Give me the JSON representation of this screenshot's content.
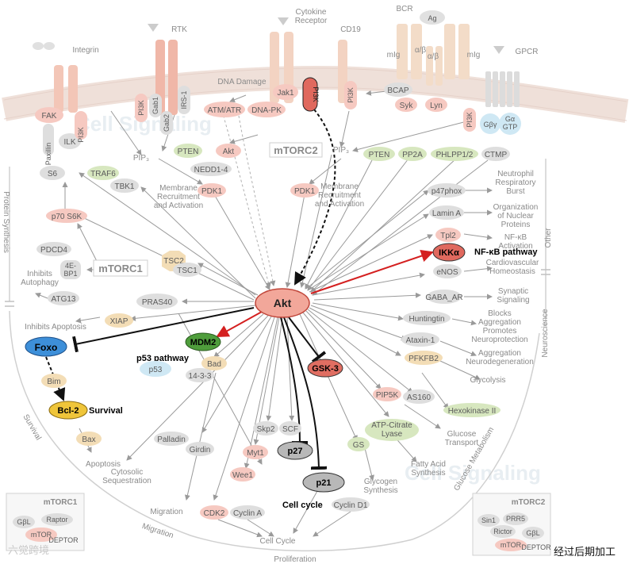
{
  "receptors": {
    "integrin": "Integrin",
    "rtk": "RTK",
    "cytokine_receptor": "Cytokine\nReceptor",
    "cd19": "CD19",
    "bcr": "BCR",
    "gpcr": "GPCR",
    "ag": "Ag",
    "mig_left": "mIg",
    "mig_right": "mIg",
    "alpha_beta_left": "α/β",
    "alpha_beta_right": "α/β"
  },
  "membrane_nodes": {
    "fak": "FAK",
    "paxillin": "Paxillin",
    "ilk": "ILK",
    "pi3k_integrin": "PI3K",
    "pi3k_rtk": "PI3K",
    "gab1": "Gab1",
    "gab2": "Gab2",
    "irs1": "IRS-1",
    "atm_atr": "ATM/ATR",
    "dna_pk": "DNA-PK",
    "dna_damage": "DNA Damage",
    "jak1": "Jak1",
    "pi3k_cytokine": "PI3K",
    "pi3k_cd19": "PI3K",
    "bcap": "BCAP",
    "syk": "Syk",
    "lyn": "Lyn",
    "pi3k_gpcr": "PI3K",
    "g_beta_gamma": "Gβγ",
    "g_alpha_gtp": "Gα\nGTP"
  },
  "upstream": {
    "pip3_left": "PIP₃",
    "pip3_right": "PIP₃",
    "pten_left": "PTEN",
    "akt_small": "Akt",
    "nedd1_4": "NEDD1-4",
    "pdk1_left": "PDK1",
    "pdk1_right": "PDK1",
    "mtorc2": "mTORC2",
    "pten_right": "PTEN",
    "pp2a": "PP2A",
    "phlpp": "PHLPP1/2",
    "ctmp": "CTMP",
    "membrane_recruitment_left": "Membrane\nRecruitment\nand Activation",
    "membrane_recruitment_right": "Membrane\nRecruitment\nand Activation"
  },
  "center": {
    "akt": "Akt"
  },
  "left_nodes": {
    "s6": "S6",
    "traf6": "TRAF6",
    "tbk1": "TBK1",
    "p70s6k": "p70 S6K",
    "pdcd4": "PDCD4",
    "4ebp1": "4E-\nBP1",
    "mtorc1": "mTORC1",
    "tsc2": "TSC2",
    "tsc1": "TSC1",
    "inhibits_autophagy": "Inhibits\nAutophagy",
    "atg13": "ATG13",
    "pras40": "PRAS40",
    "xiap": "XIAP",
    "inhibits_apoptosis": "Inhibits Apoptosis",
    "foxo": "Foxo",
    "mdm2": "MDM2",
    "p53_pathway": "p53 pathway",
    "p53": "p53",
    "bad": "Bad",
    "14_3_3": "14-3-3",
    "bim": "Bim",
    "bcl2": "Bcl-2",
    "survival_label": "Survival",
    "bax": "Bax",
    "apoptosis": "Apoptosis",
    "palladin": "Palladin",
    "girdin": "Girdin",
    "cytosolic_sequestration": "Cytosolic\nSequestration",
    "migration": "Migration"
  },
  "bottom_nodes": {
    "skp2": "Skp2",
    "scf": "SCF",
    "myt1": "Myt1",
    "p27": "p27",
    "wee1": "Wee1",
    "p21": "p21",
    "cdk2": "CDK2",
    "cyclin_a": "Cyclin A",
    "cyclin_d1": "Cyclin D1",
    "cell_cycle_bold": "Cell cycle",
    "cell_cycle": "Cell Cycle",
    "gsk3": "GSK-3",
    "gs": "GS",
    "glycogen_synthesis": "Glycogen\nSynthesis",
    "atp_citrate_lyase": "ATP-Citrate\nLyase",
    "fatty_acid_synthesis": "Fatty Acid\nSynthesis",
    "pip5k": "PIP5K",
    "as160": "AS160",
    "glucose_transport": "Glucose\nTransport",
    "hexokinase_ii": "Hexokinase II",
    "glycolysis": "Glycolysis",
    "pfkfb2": "PFKFB2"
  },
  "right_nodes": {
    "p47phox": "p47phox",
    "neutrophil": "Neutrophil\nRespiratory\nBurst",
    "lamin_a": "Lamin A",
    "nuclear_org": "Organization\nof Nuclear\nProteins",
    "tpl2": "Tpl2",
    "nfkb_activation": "NF-κB\nActivation",
    "ikka": "IKKα",
    "nfkb_pathway": "NF-κB pathway",
    "enos": "eNOS",
    "cardiovascular": "Cardiovascular\nHomeostasis",
    "gaba_ar": "GABA_AR",
    "synaptic": "Synaptic\nSignaling",
    "huntingtin": "Huntingtin",
    "blocks_aggregation": "Blocks\nAggregation\nPromotes\nNeuroprotection",
    "ataxin1": "Ataxin-1",
    "aggregation_neuro": "Aggregation\nNeurodegeneration"
  },
  "ring_labels": {
    "protein_synthesis": "Protein Synthesis",
    "survival": "Survival",
    "migration": "Migration",
    "proliferation": "Proliferation",
    "glucose_metabolism": "Glucose Metabolism",
    "neuroscience": "Neuroscience",
    "other": "Other"
  },
  "legend_mtorc1": {
    "title": "mTORC1",
    "gbl": "GβL",
    "raptor": "Raptor",
    "mtor": "mTOR",
    "deptor": "DEPTOR"
  },
  "legend_mtorc2": {
    "title": "mTORC2",
    "sin1": "Sin1",
    "prr5": "PRR5",
    "rictor": "Rictor",
    "gbl": "GβL",
    "mtor": "mTOR",
    "deptor": "DEPTOR"
  },
  "footer": {
    "watermark_left": "六觉跨境",
    "note_right": "经过后期加工"
  },
  "watermarks": {
    "top": "Cell Signaling",
    "bottom": "Cell Signaling"
  },
  "colors": {
    "akt_fill": "#f2a79a",
    "akt_stroke": "#c0463a",
    "pink": "#f6c9c1",
    "gray": "#e2e2e2",
    "green": "#d7e7bf",
    "blue": "#cfe8f4",
    "foxo": "#3d8fd9",
    "mdm2": "#4f9d3c",
    "bcl2": "#efc53a",
    "gsk3": "#e06e62",
    "ikka": "#e0695e",
    "red_arrow": "#d42020"
  }
}
